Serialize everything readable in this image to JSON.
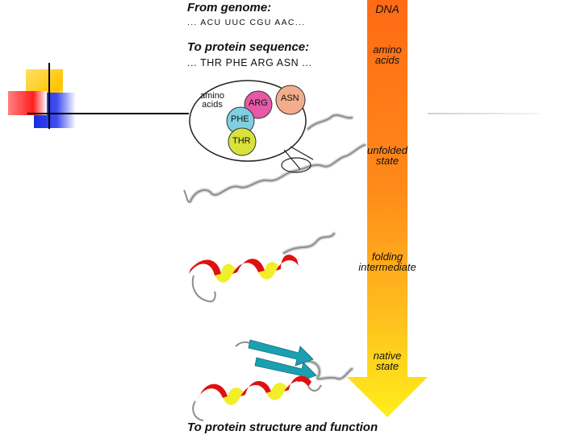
{
  "figure": {
    "top_heading": "From genome:",
    "codons": "...  ACU   UUC   CGU   AAC...",
    "sequence_heading": "To protein sequence:",
    "amino_sequence": "... THR    PHE   ARG   ASN ...",
    "bottom_heading": "To protein structure and function",
    "inset": {
      "label_line1": "amino",
      "label_line2": "acids",
      "residues": [
        "ARG",
        "ASN",
        "PHE",
        "THR"
      ]
    },
    "arrow_labels": {
      "dna": "DNA",
      "amino_line1": "amino",
      "amino_line2": "acids",
      "unfolded_line1": "unfolded",
      "unfolded_line2": "state",
      "folding_line1": "folding",
      "folding_line2": "intermediate",
      "native_line1": "native",
      "native_line2": "state"
    }
  },
  "colors": {
    "arrow_top": "#ff6a14",
    "arrow_bottom": "#ffe81a",
    "helix_red": "#e01010",
    "helix_yellow": "#f2ee2a",
    "strand_teal": "#1aa0b0",
    "coil_grey": "#9a9a9a",
    "arg_circle": "#e659a6",
    "asn_circle": "#f2ae8c",
    "phe_circle": "#7fcfe2",
    "thr_circle": "#d8e23a",
    "deco_yellow": "#ffd21e",
    "deco_red": "#ff3a3a",
    "deco_blue": "#2a3bd8"
  }
}
